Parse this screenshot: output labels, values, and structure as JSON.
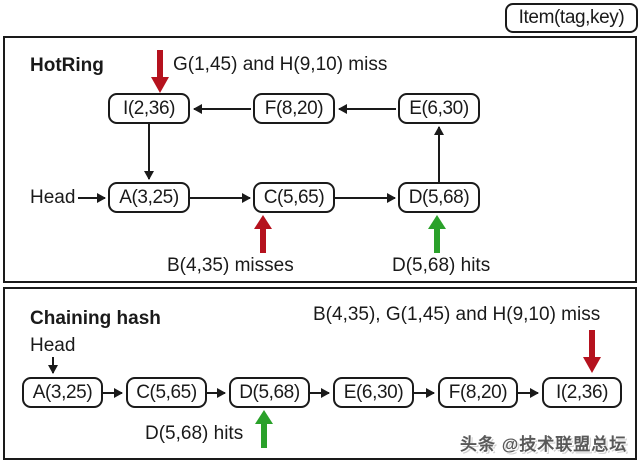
{
  "colors": {
    "red": "#b5121e",
    "green": "#2aa12a",
    "ink": "#1a1a1a"
  },
  "legend": {
    "label": "Item(tag,key)"
  },
  "hotring": {
    "title": "HotRing",
    "head_label": "Head",
    "miss_top": "G(1,45) and H(9,10) miss",
    "miss_bottom": "B(4,35) misses",
    "hit_bottom": "D(5,68) hits",
    "nodes": {
      "i": "I(2,36)",
      "f": "F(8,20)",
      "e": "E(6,30)",
      "a": "A(3,25)",
      "c": "C(5,65)",
      "d": "D(5,68)"
    }
  },
  "chaining": {
    "title": "Chaining hash",
    "head_label": "Head",
    "miss_top": "B(4,35), G(1,45) and H(9,10) miss",
    "hit_bottom": "D(5,68) hits",
    "nodes": [
      "A(3,25)",
      "C(5,65)",
      "D(5,68)",
      "E(6,30)",
      "F(8,20)",
      "I(2,36)"
    ]
  },
  "watermark": "头条 @技术联盟总坛"
}
